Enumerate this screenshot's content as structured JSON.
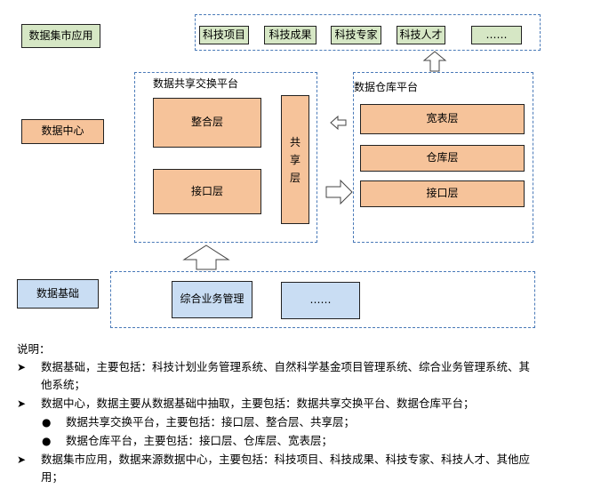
{
  "diagram": {
    "layers": {
      "mart": "数据集市应用",
      "center": "数据中心",
      "base": "数据基础"
    },
    "mart_items": [
      "科技项目",
      "科技成果",
      "科技专家",
      "科技人才",
      "……"
    ],
    "exchange_platform": {
      "title": "数据共享交换平台",
      "integration": "整合层",
      "interface": "接口层",
      "shared": [
        "共",
        "享",
        "层"
      ]
    },
    "warehouse_platform": {
      "title": "数据仓库平台",
      "wide": "宽表层",
      "warehouse": "仓库层",
      "interface": "接口层"
    },
    "base_items": [
      "综合业务管理",
      "……"
    ]
  },
  "notes": {
    "heading": "说明：",
    "b1_line1": "数据基础，主要包括：科技计划业务管理系统、自然科学基金项目管理系统、综合业务管理系统、其",
    "b1_line2": "他系统；",
    "b2": "数据中心，数据主要从数据基础中抽取，主要包括：数据共享交换平台、数据仓库平台；",
    "b2_sub1": "数据共享交换平台，主要包括：接口层、整合层、共享层；",
    "b2_sub2": "数据仓库平台，主要包括：接口层、仓库层、宽表层；",
    "b3_line1": "数据集市应用，数据来源数据中心，主要包括：科技项目、科技成果、科技专家、科技人才、其他应",
    "b3_line2": "用；"
  }
}
